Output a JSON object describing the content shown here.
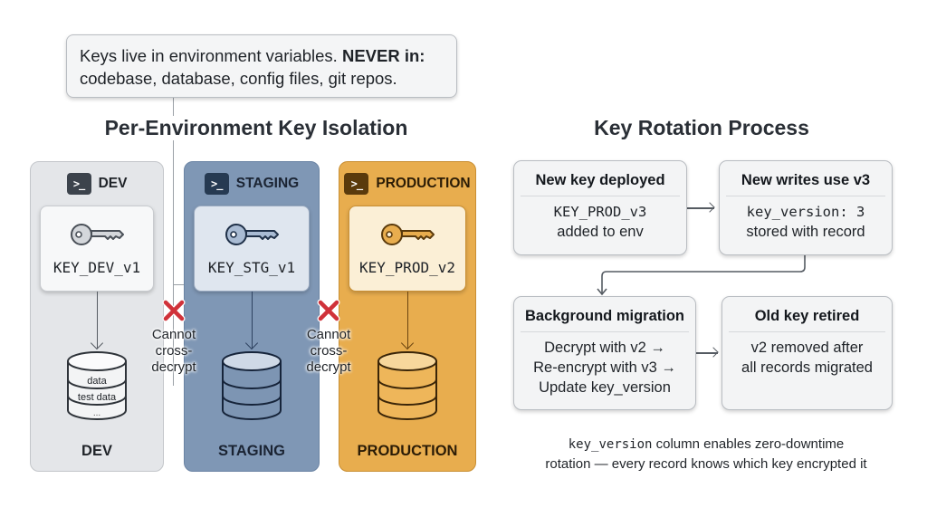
{
  "note": {
    "text_before": "Keys live in environment variables. ",
    "emphasis": "NEVER in:",
    "text_after": " codebase, database, config files, git repos."
  },
  "isolation": {
    "title": "Per-Environment Key Isolation",
    "environments": [
      {
        "id": "dev",
        "header": "DEV",
        "header_icon": "terminal-icon",
        "key_icon": "key-icon",
        "key_name": "KEY_DEV_v1",
        "db_icon": "database-icon",
        "db_rows": [
          "data",
          "test data",
          "..."
        ],
        "footer": "DEV",
        "color": "#e4e6e9"
      },
      {
        "id": "staging",
        "header": "STAGING",
        "header_icon": "terminal-icon",
        "key_icon": "key-icon",
        "key_name": "KEY_STG_v1",
        "db_icon": "database-icon",
        "db_rows": [],
        "footer": "STAGING",
        "color": "#7f97b5"
      },
      {
        "id": "production",
        "header": "PRODUCTION",
        "header_icon": "terminal-icon",
        "key_icon": "key-icon",
        "key_name": "KEY_PROD_v2",
        "db_icon": "database-icon",
        "db_rows": [],
        "footer": "PRODUCTION",
        "color": "#e8ad4e"
      }
    ],
    "barriers": [
      {
        "icon": "x-mark-icon",
        "label_lines": [
          "Cannot",
          "cross-",
          "decrypt"
        ],
        "color": "#d0323a"
      },
      {
        "icon": "x-mark-icon",
        "label_lines": [
          "Cannot",
          "cross-",
          "decrypt"
        ],
        "color": "#d0323a"
      }
    ],
    "terminal_glyph": ">_"
  },
  "rotation": {
    "title": "Key Rotation Process",
    "steps": [
      {
        "title": "New key deployed",
        "lines": [
          {
            "text": "KEY_PROD_v3",
            "mono": true
          },
          {
            "text": "added to env",
            "mono": false
          }
        ]
      },
      {
        "title": "New writes use v3",
        "lines": [
          {
            "text": "key_version: 3",
            "mono": true
          },
          {
            "text": "stored with record",
            "mono": false
          }
        ]
      },
      {
        "title": "Background migration",
        "lines": [
          {
            "text": "Decrypt with v2 →",
            "mono": false
          },
          {
            "text": "Re-encrypt with v3 →",
            "mono": false
          },
          {
            "text": "Update key_version",
            "mono": false
          }
        ]
      },
      {
        "title": "Old key retired",
        "lines": [
          {
            "text": "v2 removed after",
            "mono": false
          },
          {
            "text": "all records migrated",
            "mono": false
          }
        ]
      }
    ],
    "footer": {
      "code": "key_version",
      "line1_rest": " column enables zero-downtime",
      "line2": "rotation — every record knows which key encrypted it"
    }
  }
}
